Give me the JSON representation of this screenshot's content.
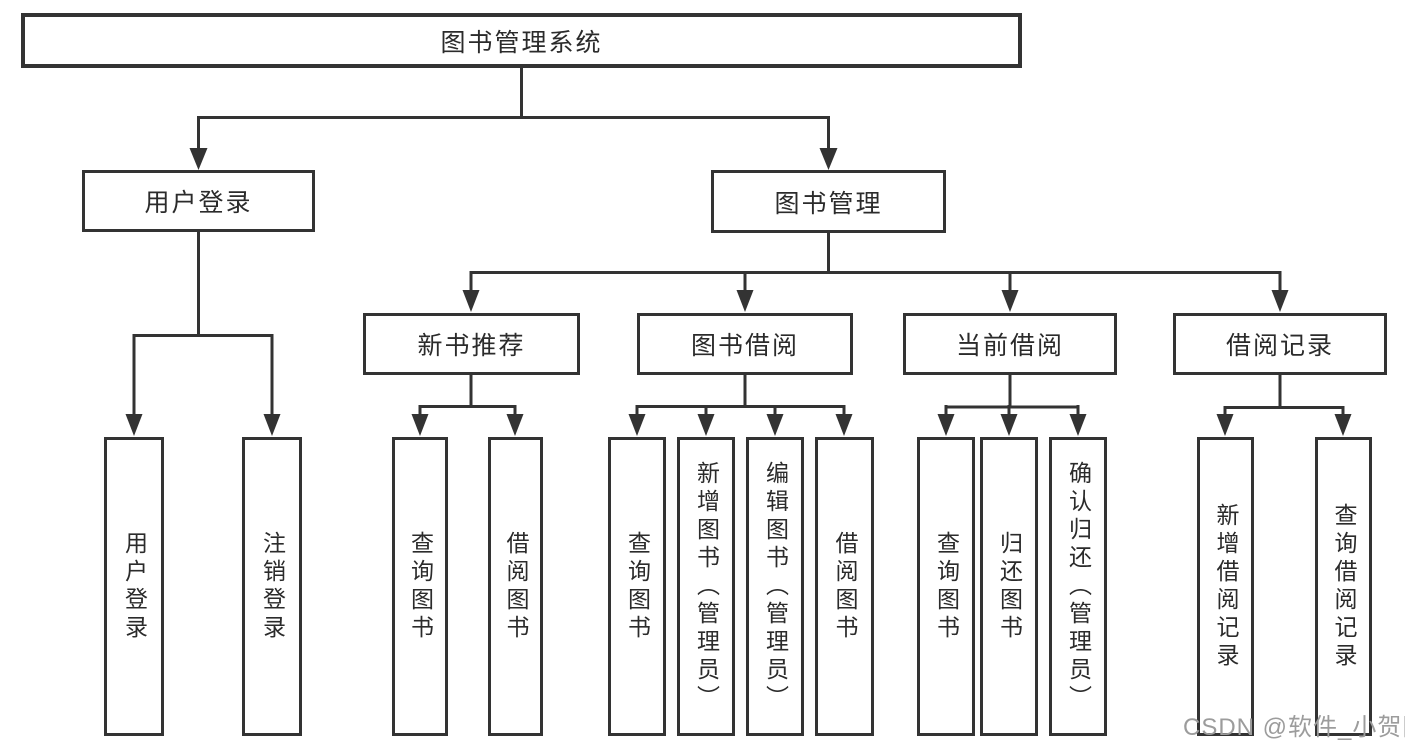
{
  "colors": {
    "line": "#333333",
    "box_background": "#ffffff",
    "text": "#2b2b2b",
    "watermark": "#9c9c9c"
  },
  "nodes": {
    "root": "图书管理系统",
    "user_login": "用户登录",
    "book_mgmt": "图书管理",
    "new_book_rec": "新书推荐",
    "book_borrow": "图书借阅",
    "current_borrow": "当前借阅",
    "borrow_record": "借阅记录"
  },
  "leaves": {
    "user_login": "用户登录",
    "logout": "注销登录",
    "rec_query_book": "查询图书",
    "rec_borrow_book": "借阅图书",
    "bb_query_book": "查询图书",
    "bb_add_book": "新增图书（管理员）",
    "bb_edit_book": "编辑图书（管理员）",
    "bb_borrow_book": "借阅图书",
    "cb_query_book": "查询图书",
    "cb_return_book": "归还图书",
    "cb_confirm_return": "确认归还（管理员）",
    "br_add_record": "新增借阅记录",
    "br_query_record": "查询借阅记录"
  },
  "watermark": "CSDN @软件_小贺同学"
}
